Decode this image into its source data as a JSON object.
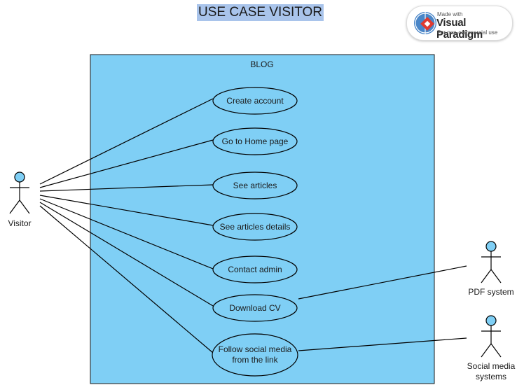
{
  "title": "USE CASE VISITOR",
  "badge": {
    "line1": "Made with",
    "line2": "Visual Paradigm",
    "line3": "For non-commercial use"
  },
  "system": {
    "label": "BLOG",
    "fill": "#7fcff5"
  },
  "actors": {
    "visitor": "Visitor",
    "pdf": "PDF system",
    "social_line1": "Social media",
    "social_line2": "systems"
  },
  "use_cases": {
    "create_account": "Create account",
    "home_page": "Go to Home page",
    "see_articles": "See articles",
    "articles_details": "See articles details",
    "contact_admin": "Contact admin",
    "download_cv": "Download CV",
    "follow_line1": "Follow social media",
    "follow_line2": "from the link"
  },
  "colors": {
    "actor_head": "#7fcff5",
    "title_bg": "#a9c4eb"
  }
}
